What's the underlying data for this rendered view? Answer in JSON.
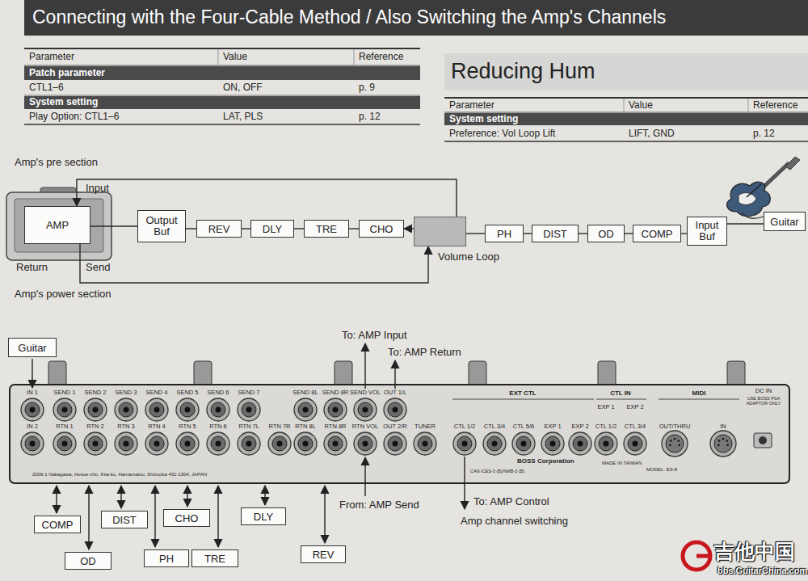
{
  "diagram": {
    "title": "Connecting with the Four-Cable Method / Also Switching the Amp's Channels",
    "nodes": [
      {
        "text": [
          "AMP"
        ]
      },
      {
        "text": [
          "Output Buf"
        ]
      },
      {
        "text": [
          "REV"
        ]
      },
      {
        "text": [
          "DLY"
        ]
      },
      {
        "text": [
          "TRE"
        ]
      },
      {
        "text": [
          "CHO"
        ]
      },
      {
        "text": [
          "Volume Loop"
        ]
      },
      {
        "text": [
          "PH"
        ]
      },
      {
        "text": [
          "DIST"
        ]
      },
      {
        "text": [
          "OD"
        ]
      },
      {
        "text": [
          "COMP"
        ]
      },
      {
        "text": [
          "Input Buf"
        ]
      },
      {
        "text": [
          "Guitar"
        ]
      },
      {
        "text": [
          "Guitar"
        ]
      },
      {
        "text": [
          "COMP"
        ]
      },
      {
        "text": [
          "DIST"
        ]
      },
      {
        "text": [
          "CHO"
        ]
      },
      {
        "text": [
          "DLY"
        ]
      },
      {
        "text": [
          "OD"
        ]
      },
      {
        "text": [
          "PH"
        ]
      },
      {
        "text": [
          "TRE"
        ]
      },
      {
        "text": [
          "REV"
        ]
      }
    ],
    "edges": [
      {
        "from": 12,
        "to": 11,
        "arrow": "none"
      },
      {
        "from": 11,
        "to": 10,
        "arrow": "none"
      },
      {
        "from": 10,
        "to": 9,
        "arrow": "none"
      },
      {
        "from": 9,
        "to": 8,
        "arrow": "none"
      },
      {
        "from": 8,
        "to": 7,
        "arrow": "none"
      },
      {
        "from": 7,
        "to": 6,
        "arrow": "none"
      },
      {
        "from": 6,
        "to": 5,
        "arrow": "to"
      },
      {
        "from": 5,
        "to": 4,
        "arrow": "none"
      },
      {
        "from": 4,
        "to": 3,
        "arrow": "none"
      },
      {
        "from": 3,
        "to": 2,
        "arrow": "none"
      },
      {
        "from": 2,
        "to": 1,
        "arrow": "none"
      },
      {
        "from": 1,
        "to": 0,
        "arrow": "none"
      },
      {
        "from": 6,
        "to": 0,
        "arrow": "to"
      },
      {
        "from": 0,
        "to": 6,
        "arrow": "to"
      }
    ],
    "labels": [
      "Parameter",
      "Value",
      "Reference",
      "Patch parameter",
      "CTL1–6",
      "ON, OFF",
      "p. 9",
      "System setting",
      "Play Option: CTL1–6",
      "LAT, PLS",
      "p. 12",
      "Reducing Hum",
      "Parameter",
      "Value",
      "Reference",
      "System setting",
      "Preference: Vol Loop Lift",
      "LIFT, GND",
      "p. 12",
      "Amp's pre section",
      "Input",
      "Return",
      "Send",
      "Amp's power section",
      "To: AMP Input",
      "To: AMP Return",
      "IN 1",
      "SEND 1",
      "SEND 2",
      "SEND 3",
      "SEND 4",
      "SEND 5",
      "SEND 6",
      "SEND 7",
      "SEND 8L",
      "SEND 8R",
      "SEND VOL",
      "OUT 1/L",
      "IN 2",
      "RTN 1",
      "RTN 2",
      "RTN 3",
      "RTN 4",
      "RTN 5",
      "RTN 6",
      "RTN 7L",
      "RTN 7R",
      "RTN 8L",
      "RTN 8R",
      "RTN VOL",
      "OUT 2/R",
      "TUNER",
      "EXT CTL",
      "CTL 1/2",
      "CTL 3/4",
      "CTL 5/6",
      "EXP 1",
      "EXP 2",
      "CTL IN",
      "EXP 1",
      "EXP 2",
      "CTL 1/2",
      "CTL 3/4",
      "MIDI",
      "OUT/THRU",
      "IN",
      "DC IN",
      "USE BOSS PSA ADAPTOR ONLY",
      "BOSS Corporation",
      "MADE IN TAIWAN",
      "MODEL: ES-8",
      "CAN ICES-3 (B)/NMB-3 (B)",
      "2006-1 Nakagawa, Hosoe-cho, Kita-ku, Hamamatsu, Shizuoka 431-1304, JAPAN",
      "From: AMP Send",
      "To: AMP Control",
      "Amp channel switching",
      "吉他中国",
      "bbs.GuitarChina.com"
    ]
  }
}
